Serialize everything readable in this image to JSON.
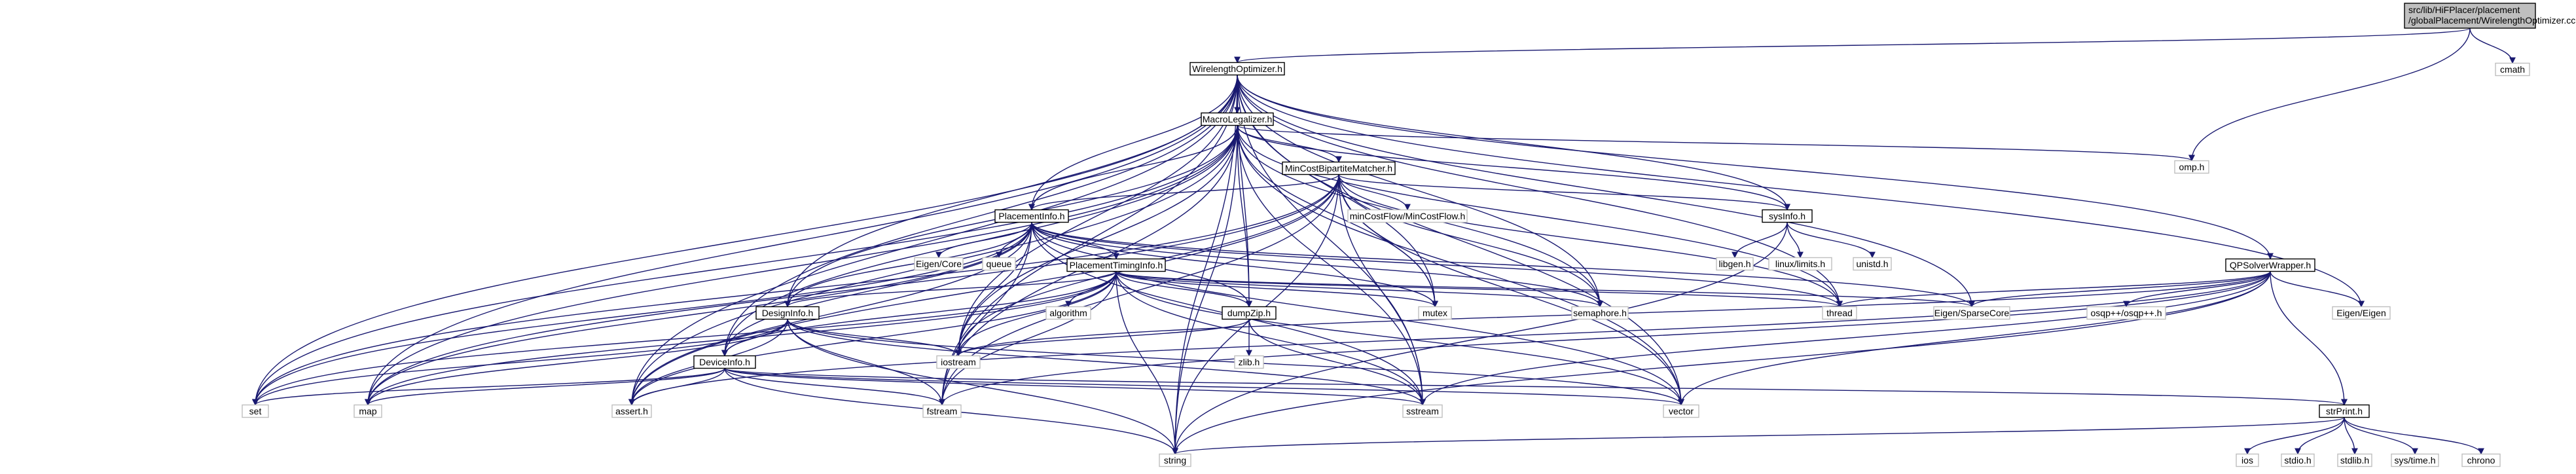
{
  "graph": {
    "root": "src/lib/HiFPlacer/placement/globalPlacement/WirelengthOptimizer.cc",
    "root_lines": [
      "src/lib/HiFPlacer/placement",
      "/globalPlacement/WirelengthOptimizer.cc"
    ],
    "nodes": [
      {
        "id": "wo",
        "label": "WirelengthOptimizer.h",
        "documented": true
      },
      {
        "id": "cmath",
        "label": "cmath",
        "documented": false
      },
      {
        "id": "ml",
        "label": "MacroLegalizer.h",
        "documented": true
      },
      {
        "id": "omp",
        "label": "omp.h",
        "documented": false
      },
      {
        "id": "mcbm",
        "label": "MinCostBipartiteMatcher.h",
        "documented": true
      },
      {
        "id": "pi",
        "label": "PlacementInfo.h",
        "documented": true
      },
      {
        "id": "mcf",
        "label": "minCostFlow/MinCostFlow.h",
        "documented": false
      },
      {
        "id": "sysinfo",
        "label": "sysInfo.h",
        "documented": true
      },
      {
        "id": "libgen",
        "label": "libgen.h",
        "documented": false
      },
      {
        "id": "limits",
        "label": "linux/limits.h",
        "documented": false
      },
      {
        "id": "unistd",
        "label": "unistd.h",
        "documented": false
      },
      {
        "id": "eigencore",
        "label": "Eigen/Core",
        "documented": false
      },
      {
        "id": "queue",
        "label": "queue",
        "documented": false
      },
      {
        "id": "pti",
        "label": "PlacementTimingInfo.h",
        "documented": true
      },
      {
        "id": "qpsw",
        "label": "QPSolverWrapper.h",
        "documented": true
      },
      {
        "id": "algorithm",
        "label": "algorithm",
        "documented": false
      },
      {
        "id": "dumpzip",
        "label": "dumpZip.h",
        "documented": true
      },
      {
        "id": "mutex",
        "label": "mutex",
        "documented": false
      },
      {
        "id": "semaphore",
        "label": "semaphore.h",
        "documented": false
      },
      {
        "id": "thread",
        "label": "thread",
        "documented": false
      },
      {
        "id": "sparse",
        "label": "Eigen/SparseCore",
        "documented": false
      },
      {
        "id": "osqp",
        "label": "osqp++/osqp++.h",
        "documented": false
      },
      {
        "id": "eigen",
        "label": "Eigen/Eigen",
        "documented": false
      },
      {
        "id": "di",
        "label": "DesignInfo.h",
        "documented": true
      },
      {
        "id": "zlib",
        "label": "zlib.h",
        "documented": false
      },
      {
        "id": "iostream",
        "label": "iostream",
        "documented": false
      },
      {
        "id": "devi",
        "label": "DeviceInfo.h",
        "documented": true
      },
      {
        "id": "set",
        "label": "set",
        "documented": false
      },
      {
        "id": "map",
        "label": "map",
        "documented": false
      },
      {
        "id": "assert",
        "label": "assert.h",
        "documented": false
      },
      {
        "id": "fstream",
        "label": "fstream",
        "documented": false
      },
      {
        "id": "sstream",
        "label": "sstream",
        "documented": false
      },
      {
        "id": "vector",
        "label": "vector",
        "documented": false
      },
      {
        "id": "strprint",
        "label": "strPrint.h",
        "documented": true
      },
      {
        "id": "string",
        "label": "string",
        "documented": false
      },
      {
        "id": "ios",
        "label": "ios",
        "documented": false
      },
      {
        "id": "stdio",
        "label": "stdio.h",
        "documented": false
      },
      {
        "id": "stdlib",
        "label": "stdlib.h",
        "documented": false
      },
      {
        "id": "systime",
        "label": "sys/time.h",
        "documented": false
      },
      {
        "id": "chrono",
        "label": "chrono",
        "documented": false
      }
    ],
    "edges": [
      [
        "root",
        "wo"
      ],
      [
        "root",
        "cmath"
      ],
      [
        "root",
        "omp"
      ],
      [
        "wo",
        "ml"
      ],
      [
        "wo",
        "pi"
      ],
      [
        "wo",
        "qpsw"
      ],
      [
        "wo",
        "mutex"
      ],
      [
        "wo",
        "semaphore"
      ],
      [
        "wo",
        "thread"
      ],
      [
        "wo",
        "sparse"
      ],
      [
        "wo",
        "eigen"
      ],
      [
        "wo",
        "dumpzip"
      ],
      [
        "wo",
        "di"
      ],
      [
        "wo",
        "devi"
      ],
      [
        "wo",
        "iostream"
      ],
      [
        "wo",
        "set"
      ],
      [
        "wo",
        "map"
      ],
      [
        "wo",
        "assert"
      ],
      [
        "wo",
        "fstream"
      ],
      [
        "wo",
        "sstream"
      ],
      [
        "wo",
        "vector"
      ],
      [
        "wo",
        "string"
      ],
      [
        "wo",
        "sysinfo"
      ],
      [
        "ml",
        "mcbm"
      ],
      [
        "ml",
        "pi"
      ],
      [
        "ml",
        "omp"
      ],
      [
        "ml",
        "sysinfo"
      ],
      [
        "ml",
        "dumpzip"
      ],
      [
        "ml",
        "di"
      ],
      [
        "ml",
        "devi"
      ],
      [
        "ml",
        "mutex"
      ],
      [
        "ml",
        "semaphore"
      ],
      [
        "ml",
        "thread"
      ],
      [
        "ml",
        "iostream"
      ],
      [
        "ml",
        "set"
      ],
      [
        "ml",
        "map"
      ],
      [
        "ml",
        "assert"
      ],
      [
        "ml",
        "fstream"
      ],
      [
        "ml",
        "sstream"
      ],
      [
        "ml",
        "vector"
      ],
      [
        "ml",
        "string"
      ],
      [
        "mcbm",
        "mcf"
      ],
      [
        "mcbm",
        "pi"
      ],
      [
        "mcbm",
        "sysinfo"
      ],
      [
        "mcbm",
        "mutex"
      ],
      [
        "mcbm",
        "semaphore"
      ],
      [
        "mcbm",
        "thread"
      ],
      [
        "mcbm",
        "iostream"
      ],
      [
        "mcbm",
        "set"
      ],
      [
        "mcbm",
        "map"
      ],
      [
        "mcbm",
        "assert"
      ],
      [
        "mcbm",
        "fstream"
      ],
      [
        "mcbm",
        "sstream"
      ],
      [
        "mcbm",
        "vector"
      ],
      [
        "mcbm",
        "string"
      ],
      [
        "sysinfo",
        "libgen"
      ],
      [
        "sysinfo",
        "limits"
      ],
      [
        "sysinfo",
        "unistd"
      ],
      [
        "sysinfo",
        "string"
      ],
      [
        "pi",
        "eigencore"
      ],
      [
        "pi",
        "queue"
      ],
      [
        "pi",
        "pti"
      ],
      [
        "pi",
        "dumpzip"
      ],
      [
        "pi",
        "di"
      ],
      [
        "pi",
        "devi"
      ],
      [
        "pi",
        "mutex"
      ],
      [
        "pi",
        "semaphore"
      ],
      [
        "pi",
        "thread"
      ],
      [
        "pi",
        "sparse"
      ],
      [
        "pi",
        "iostream"
      ],
      [
        "pi",
        "set"
      ],
      [
        "pi",
        "map"
      ],
      [
        "pi",
        "assert"
      ],
      [
        "pi",
        "fstream"
      ],
      [
        "pi",
        "sstream"
      ],
      [
        "pi",
        "vector"
      ],
      [
        "pti",
        "algorithm"
      ],
      [
        "pti",
        "dumpzip"
      ],
      [
        "pti",
        "di"
      ],
      [
        "pti",
        "devi"
      ],
      [
        "pti",
        "mutex"
      ],
      [
        "pti",
        "semaphore"
      ],
      [
        "pti",
        "thread"
      ],
      [
        "pti",
        "sparse"
      ],
      [
        "pti",
        "iostream"
      ],
      [
        "pti",
        "set"
      ],
      [
        "pti",
        "map"
      ],
      [
        "pti",
        "assert"
      ],
      [
        "pti",
        "fstream"
      ],
      [
        "pti",
        "sstream"
      ],
      [
        "pti",
        "vector"
      ],
      [
        "pti",
        "string"
      ],
      [
        "qpsw",
        "thread"
      ],
      [
        "qpsw",
        "sparse"
      ],
      [
        "qpsw",
        "osqp"
      ],
      [
        "qpsw",
        "eigen"
      ],
      [
        "qpsw",
        "strprint"
      ],
      [
        "qpsw",
        "iostream"
      ],
      [
        "qpsw",
        "assert"
      ],
      [
        "qpsw",
        "fstream"
      ],
      [
        "qpsw",
        "sstream"
      ],
      [
        "qpsw",
        "vector"
      ],
      [
        "qpsw",
        "string"
      ],
      [
        "dumpzip",
        "zlib"
      ],
      [
        "dumpzip",
        "iostream"
      ],
      [
        "dumpzip",
        "sstream"
      ],
      [
        "di",
        "devi"
      ],
      [
        "di",
        "iostream"
      ],
      [
        "di",
        "set"
      ],
      [
        "di",
        "map"
      ],
      [
        "di",
        "assert"
      ],
      [
        "di",
        "fstream"
      ],
      [
        "di",
        "sstream"
      ],
      [
        "di",
        "vector"
      ],
      [
        "di",
        "string"
      ],
      [
        "devi",
        "set"
      ],
      [
        "devi",
        "map"
      ],
      [
        "devi",
        "assert"
      ],
      [
        "devi",
        "fstream"
      ],
      [
        "devi",
        "sstream"
      ],
      [
        "devi",
        "vector"
      ],
      [
        "devi",
        "string"
      ],
      [
        "devi",
        "strprint"
      ],
      [
        "strprint",
        "ios"
      ],
      [
        "strprint",
        "stdio"
      ],
      [
        "strprint",
        "stdlib"
      ],
      [
        "strprint",
        "systime"
      ],
      [
        "strprint",
        "chrono"
      ],
      [
        "strprint",
        "string"
      ]
    ]
  }
}
